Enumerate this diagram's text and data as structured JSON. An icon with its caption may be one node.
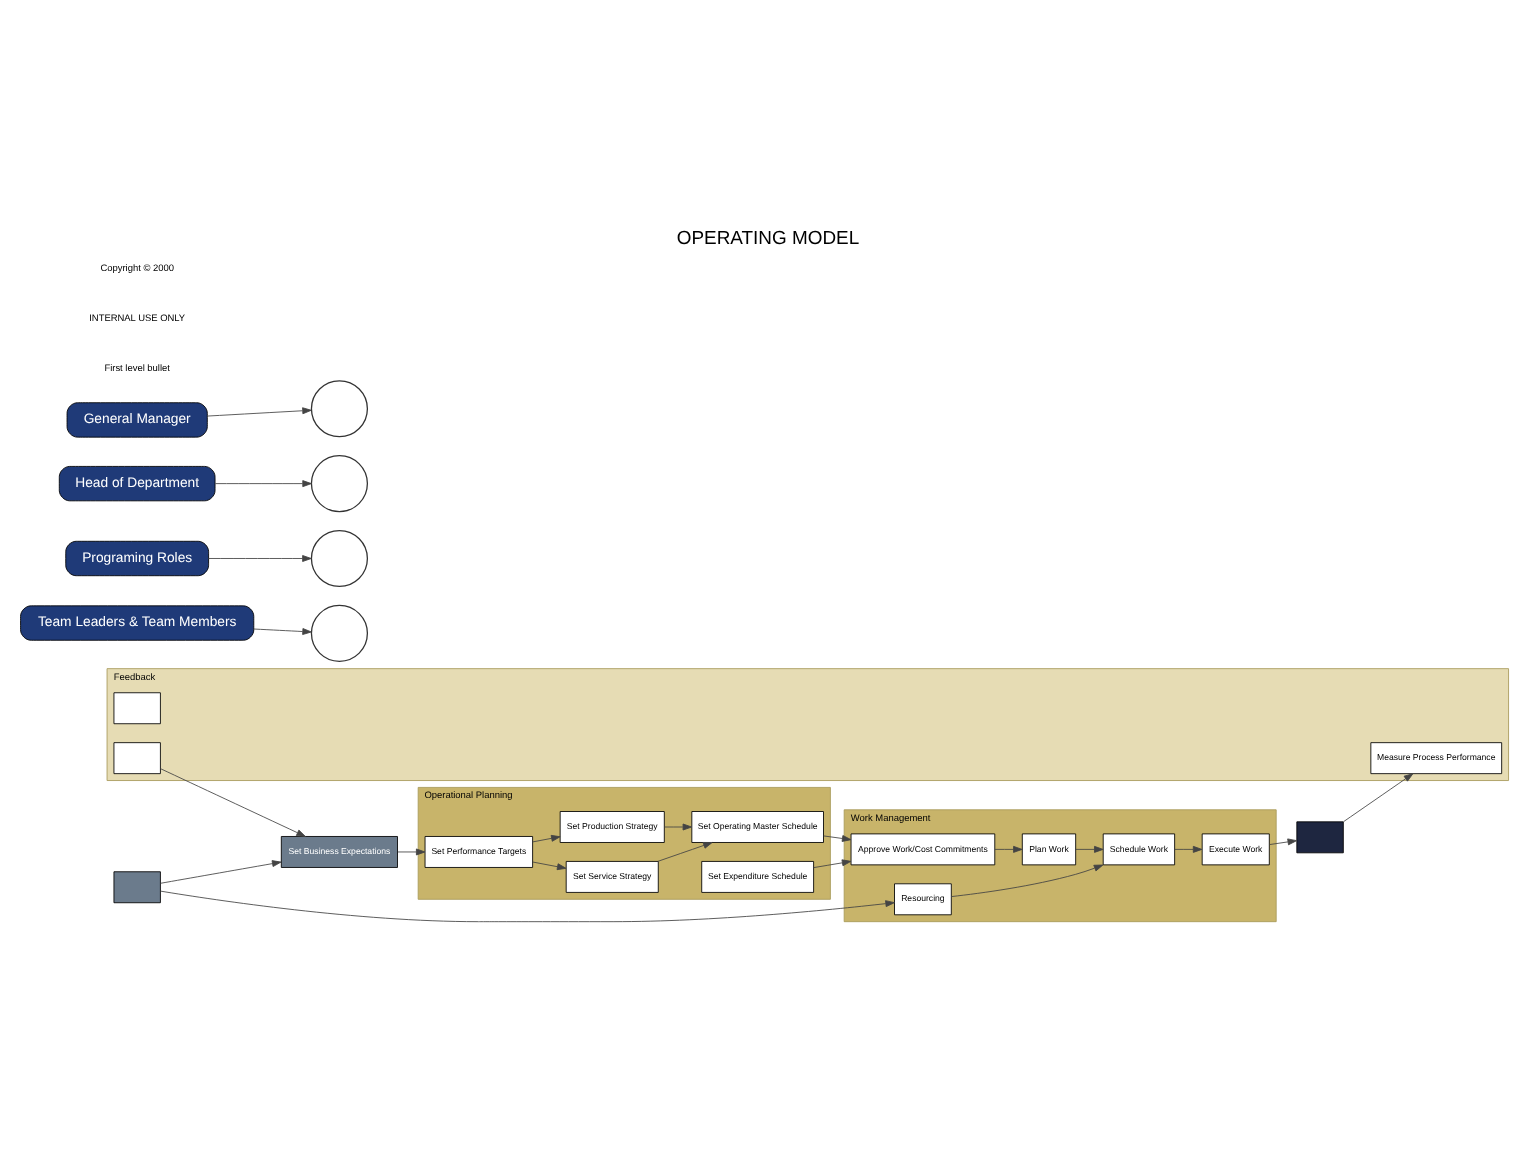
{
  "diagram": {
    "title": "OPERATING MODEL",
    "nodes": [
      {
        "text": [
          "Set Business Expectations"
        ]
      },
      {
        "text": [
          "Operational Planning"
        ]
      },
      {
        "text": [
          "Set Performance Targets"
        ],
        "in": 1
      },
      {
        "text": [
          "Set Service Strategy"
        ],
        "in": 1
      },
      {
        "text": [
          "Set Production Strategy"
        ],
        "in": 1
      },
      {
        "text": [
          "Set Operating Master Schedule"
        ],
        "in": 1
      },
      {
        "text": [
          "Set Expenditure Schedule"
        ],
        "in": 1
      },
      {
        "text": [
          "Work Management"
        ]
      },
      {
        "text": [
          "Approve Work/Cost Commitments"
        ],
        "in": 7
      },
      {
        "text": [
          "Plan Work"
        ],
        "in": 7
      },
      {
        "text": [
          "Schedule Work"
        ],
        "in": 7
      },
      {
        "text": [
          "Execute Work"
        ],
        "in": 7
      },
      {
        "text": [
          "Resourcing"
        ],
        "in": 7
      },
      {
        "text": [],
        "shape": "box"
      },
      {
        "text": [
          "Feedback"
        ]
      },
      {
        "text": [
          "Measure Process Performance"
        ],
        "in": 14
      },
      {
        "text": [],
        "shape": "box",
        "in": 14
      },
      {
        "text": [],
        "shape": "box",
        "in": 14
      },
      {
        "text": [],
        "shape": "box"
      },
      {
        "text": [
          "General Manager"
        ]
      },
      {
        "text": [
          "Head of Department"
        ]
      },
      {
        "text": [
          "Programing Roles"
        ]
      },
      {
        "text": [
          "Team Leaders & Team Members"
        ]
      },
      {
        "text": [],
        "shape": "circle"
      },
      {
        "text": [],
        "shape": "circle"
      },
      {
        "text": [],
        "shape": "circle"
      },
      {
        "text": [],
        "shape": "circle"
      }
    ],
    "edges": [
      {
        "from": 0,
        "to": 2,
        "arrow": "to"
      },
      {
        "from": 2,
        "to": 3,
        "arrow": "to"
      },
      {
        "from": 2,
        "to": 4,
        "arrow": "to"
      },
      {
        "from": 3,
        "to": 5,
        "arrow": "to"
      },
      {
        "from": 4,
        "to": 5,
        "arrow": "to"
      },
      {
        "from": 6,
        "to": 8,
        "arrow": "to"
      },
      {
        "from": 5,
        "to": 8,
        "arrow": "to"
      },
      {
        "from": 8,
        "to": 9,
        "arrow": "to"
      },
      {
        "from": 9,
        "to": 10,
        "arrow": "to"
      },
      {
        "from": 12,
        "to": 10,
        "arrow": "to"
      },
      {
        "from": 10,
        "to": 11,
        "arrow": "to"
      },
      {
        "from": 11,
        "to": 13,
        "arrow": "to"
      },
      {
        "from": 13,
        "to": 15,
        "arrow": "to"
      },
      {
        "from": 17,
        "to": 0,
        "arrow": "to"
      },
      {
        "from": 18,
        "to": 0,
        "arrow": "to"
      },
      {
        "from": 18,
        "to": 12,
        "arrow": "to"
      },
      {
        "from": 19,
        "to": 23,
        "arrow": "to"
      },
      {
        "from": 20,
        "to": 24,
        "arrow": "to"
      },
      {
        "from": 21,
        "to": 25,
        "arrow": "to"
      },
      {
        "from": 22,
        "to": 26,
        "arrow": "to"
      }
    ],
    "labels": [
      "First level bullet",
      "INTERNAL USE ONLY",
      "Copyright © 2000"
    ]
  }
}
